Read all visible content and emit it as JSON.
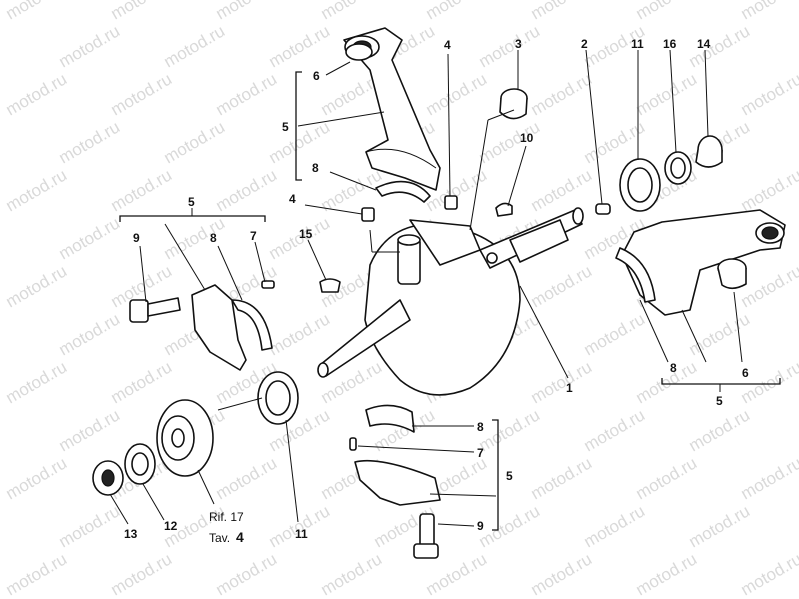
{
  "diagram": {
    "watermark": "motod.ru",
    "part_labels": [
      "1",
      "2",
      "3",
      "4",
      "4",
      "5",
      "5",
      "5",
      "5",
      "6",
      "6",
      "7",
      "7",
      "8",
      "8",
      "8",
      "8",
      "9",
      "9",
      "10",
      "11",
      "11",
      "12",
      "13",
      "14",
      "15",
      "16"
    ],
    "reference": {
      "rif": "Rif. 17",
      "tav_prefix": "Tav.",
      "tav_number": "4"
    }
  }
}
